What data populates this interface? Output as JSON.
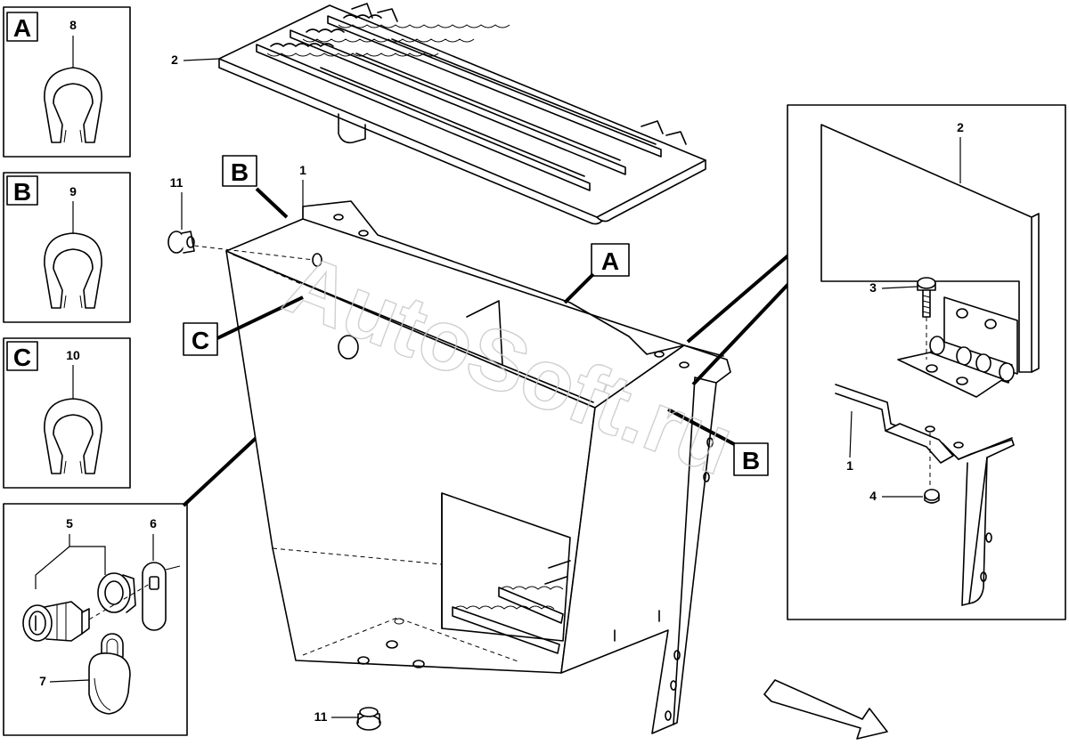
{
  "watermark": "AutoSoft.ru",
  "callouts": {
    "c1": "1",
    "c2": "2",
    "c3": "3",
    "c4": "4",
    "c5": "5",
    "c6": "6",
    "c7": "7",
    "c8": "8",
    "c9": "9",
    "c10": "10",
    "c11": "11"
  },
  "view_labels": {
    "a": "A",
    "b": "B",
    "c": "C"
  }
}
